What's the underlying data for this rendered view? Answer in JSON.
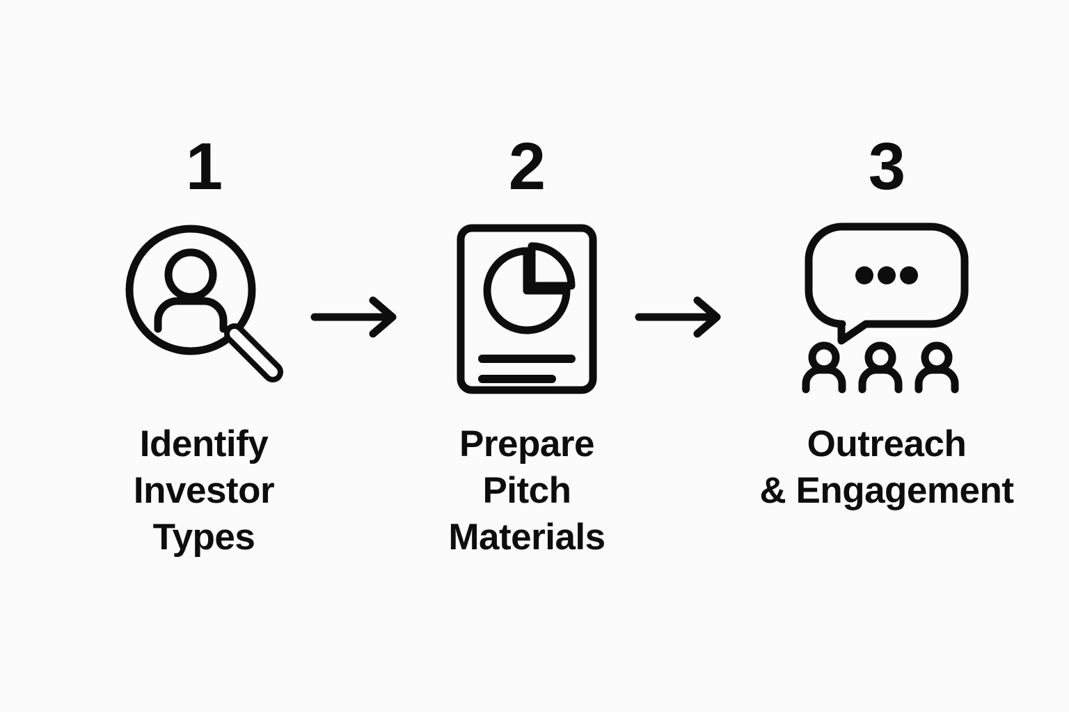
{
  "diagram": {
    "type": "process-flow",
    "orientation": "horizontal",
    "background_color": "#fbfbfb",
    "stroke_color": "#0d0d0d",
    "steps": [
      {
        "number": "1",
        "label": "Identify\nInvestor\nTypes",
        "icon": "magnifier-person-icon"
      },
      {
        "number": "2",
        "label": "Prepare\nPitch\nMaterials",
        "icon": "document-pie-chart-icon"
      },
      {
        "number": "3",
        "label": "Outreach\n& Engagement",
        "icon": "speech-bubble-audience-icon"
      }
    ],
    "connectors": [
      {
        "name": "arrow-1",
        "icon": "arrow-right-icon"
      },
      {
        "name": "arrow-2",
        "icon": "arrow-right-icon"
      }
    ]
  }
}
